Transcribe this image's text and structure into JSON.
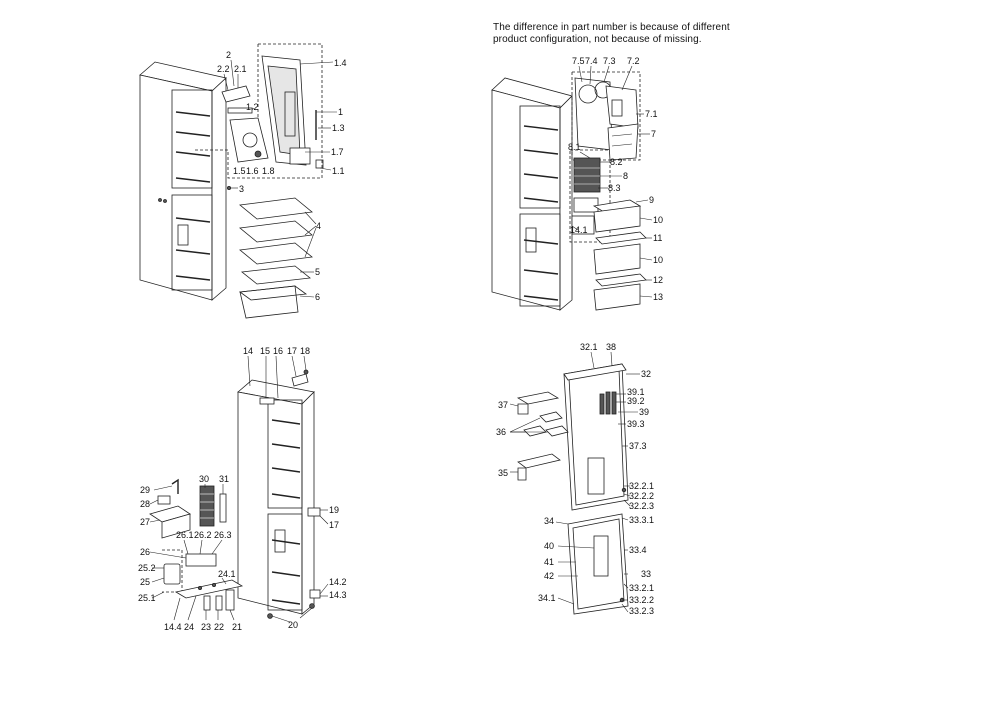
{
  "note": {
    "line1": "The difference in part number is because of different",
    "line2": "product configuration, not because of missing."
  },
  "labels": {
    "tl": [
      "2",
      "2.2",
      "2.1",
      "1.4",
      "1.2",
      "1",
      "1.3",
      "1.5",
      "1.6",
      "1.8",
      "1.7",
      "1.1",
      "3",
      "4",
      "5",
      "6"
    ],
    "tr": [
      "7.5",
      "7.4",
      "7.3",
      "7.2",
      "7.1",
      "7",
      "8.1",
      "8.2",
      "8",
      "8.3",
      "9",
      "10",
      "11",
      "10",
      "12",
      "13",
      "14.1"
    ],
    "bl": [
      "14",
      "15",
      "16",
      "17",
      "18",
      "19",
      "17",
      "29",
      "28",
      "27",
      "30",
      "31",
      "26",
      "26.1",
      "26.2",
      "26.3",
      "25.2",
      "25",
      "25.1",
      "24.1",
      "14.4",
      "24",
      "23",
      "22",
      "21",
      "20",
      "14.2",
      "14.3"
    ],
    "br": [
      "32.1",
      "38",
      "32",
      "37",
      "39.1",
      "39.2",
      "39",
      "36",
      "39.3",
      "37.3",
      "35",
      "32.2.1",
      "32.2.2",
      "32.2.3",
      "34",
      "33.3.1",
      "40",
      "33.4",
      "41",
      "42",
      "33",
      "33.2.1",
      "34.1",
      "33.2.2",
      "33.2.3"
    ]
  }
}
